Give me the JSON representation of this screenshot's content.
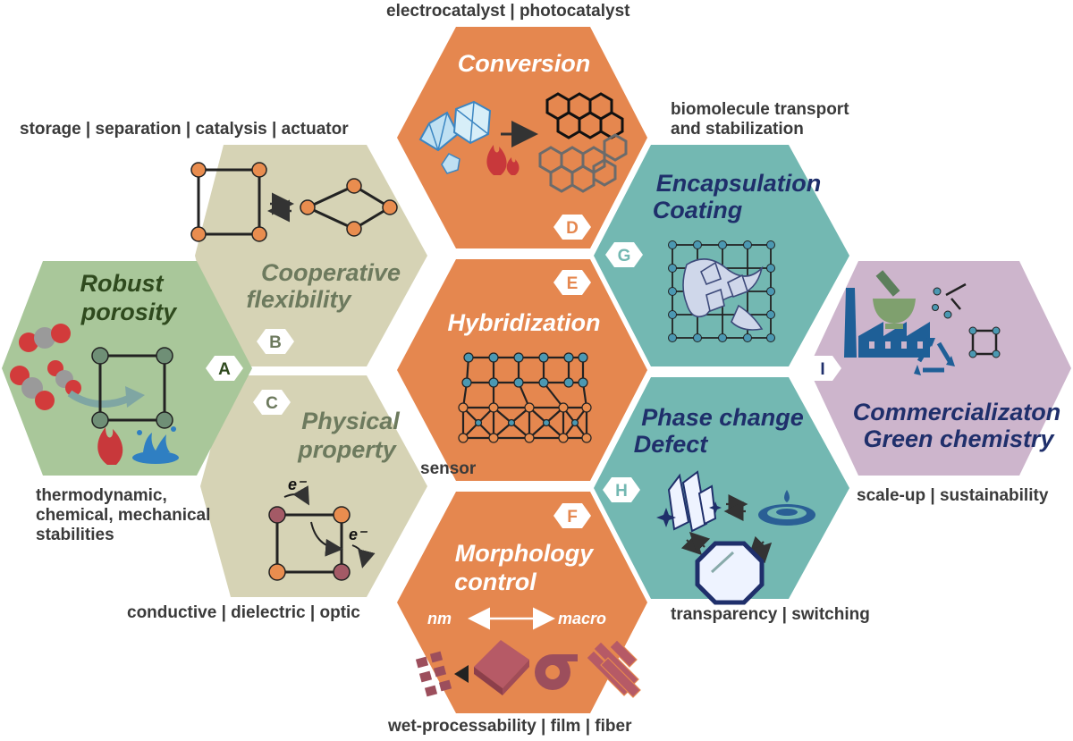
{
  "captions": {
    "top": "electrocatalyst | photocatalyst",
    "storage": "storage | separation | catalysis | actuator",
    "bio_line1": "biomolecule transport",
    "bio_line2": "and stabilization",
    "thermo_line1": "thermodynamic,",
    "thermo_line2": "chemical, mechanical",
    "thermo_line3": "stabilities",
    "sensor": "sensor",
    "scaleup": "scale-up | sustainability",
    "conductive": "conductive | dielectric | optic",
    "transparency": "transparency | switching",
    "wet": "wet-processability | film | fiber"
  },
  "hexagons": [
    {
      "id": "A",
      "letter": "A",
      "title_lines": [
        "Robust",
        "porosity"
      ],
      "title_color": "#2f4a1e",
      "fill": "#a9c79a"
    },
    {
      "id": "B",
      "letter": "B",
      "title_lines": [
        "Cooperative",
        "flexibility"
      ],
      "title_color": "#6d7a5e",
      "fill": "#d6d3b5"
    },
    {
      "id": "C",
      "letter": "C",
      "title_lines": [
        "Physical",
        "property"
      ],
      "title_color": "#6d7a5e",
      "fill": "#d6d3b5"
    },
    {
      "id": "D",
      "letter": "D",
      "title_lines": [
        "Conversion"
      ],
      "title_color": "#ffffff",
      "fill": "#e5874f"
    },
    {
      "id": "E",
      "letter": "E",
      "title_lines": [
        "Hybridization"
      ],
      "title_color": "#ffffff",
      "fill": "#e5874f"
    },
    {
      "id": "F",
      "letter": "F",
      "title_lines": [
        "Morphology",
        "control"
      ],
      "title_color": "#ffffff",
      "fill": "#e5874f"
    },
    {
      "id": "G",
      "letter": "G",
      "title_lines": [
        "Encapsulation",
        "Coating"
      ],
      "title_color": "#1f2f6b",
      "fill": "#73b8b2"
    },
    {
      "id": "H",
      "letter": "H",
      "title_lines": [
        "Phase change",
        "Defect"
      ],
      "title_color": "#1f2f6b",
      "fill": "#73b8b2"
    },
    {
      "id": "I",
      "letter": "I",
      "title_lines": [
        "Commercializaton",
        "Green chemistry"
      ],
      "title_color": "#1f2f6b",
      "fill": "#cdb5cc"
    }
  ],
  "labels": {
    "electron_1": "e⁻",
    "electron_2": "e⁻",
    "scale_left": "nm",
    "scale_right": "macro"
  },
  "icons": {
    "co2": "co2-molecule-icon",
    "fire": "flame-icon",
    "water": "water-splash-icon",
    "crystal": "octahedral-crystal-icon",
    "graphene": "hexagonal-carbon-sheet-icon",
    "protein": "protein-ribbon-icon",
    "factory": "factory-icon",
    "mortar": "mortar-pestle-icon",
    "recycle": "recycle-icon",
    "film": "film-sheet-icon",
    "fiber": "fiber-bundle-icon"
  },
  "colors": {
    "orange_node": "#e98d4f",
    "green_node": "#6f8f76",
    "maroon_node": "#a45a66",
    "blue_node": "#4b98b2",
    "arrow_dark": "#333333"
  }
}
